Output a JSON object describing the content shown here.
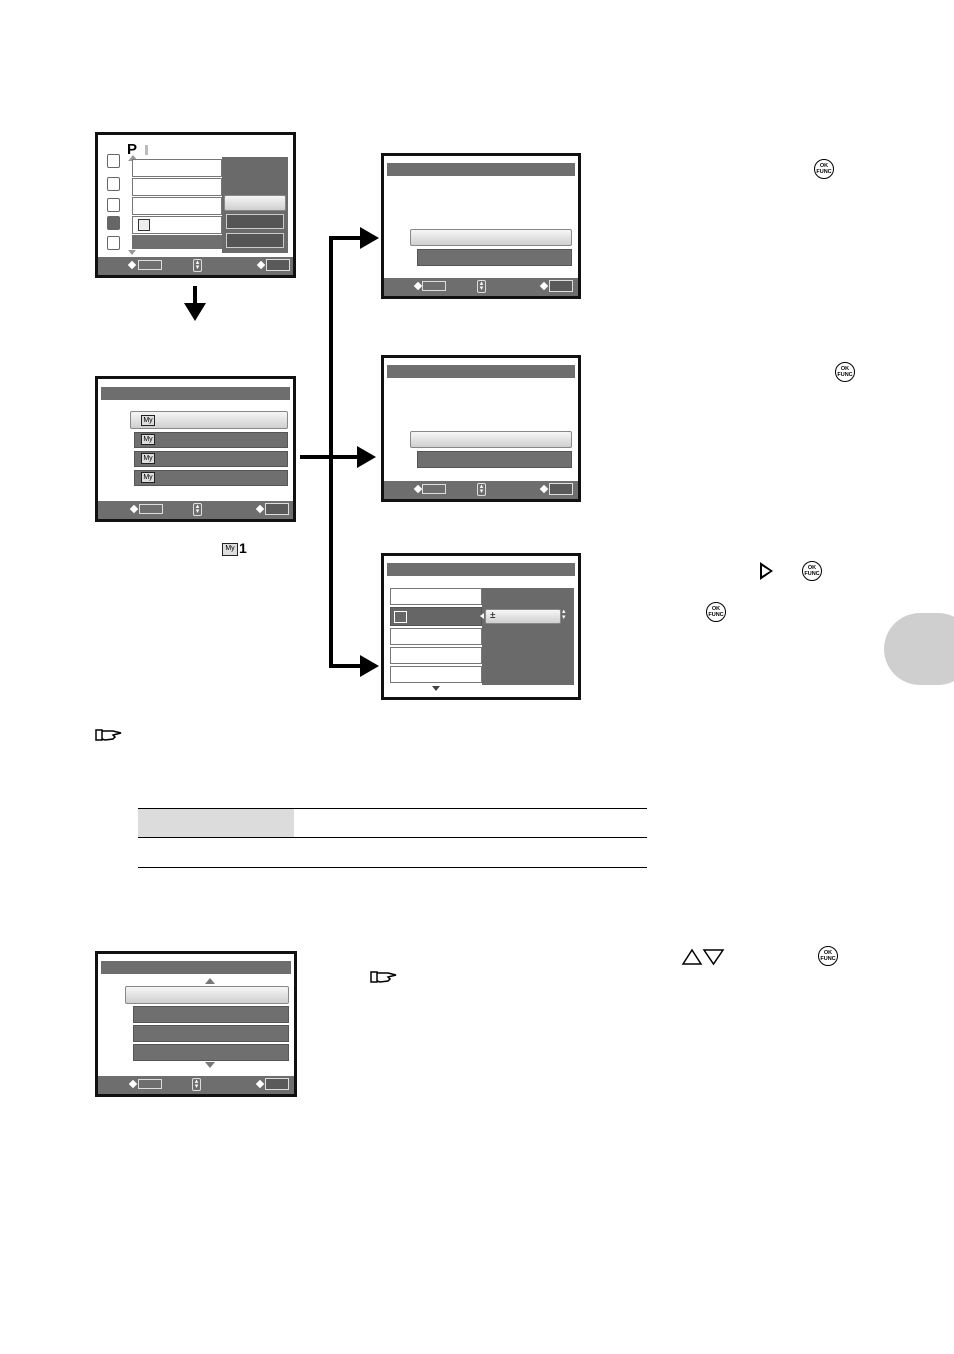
{
  "page": {
    "p_label": "P",
    "ok_top": "OK",
    "ok_bottom": "FUNC",
    "my1_label": "1",
    "plus_minus": "±",
    "tab_color": "#cfcfcf"
  },
  "icons": {
    "ok_func": "ok-func-button-icon",
    "pointer": "pointing-hand-icon",
    "right": "right-arrow-icon",
    "up_down": "up-down-arrow-icon"
  }
}
